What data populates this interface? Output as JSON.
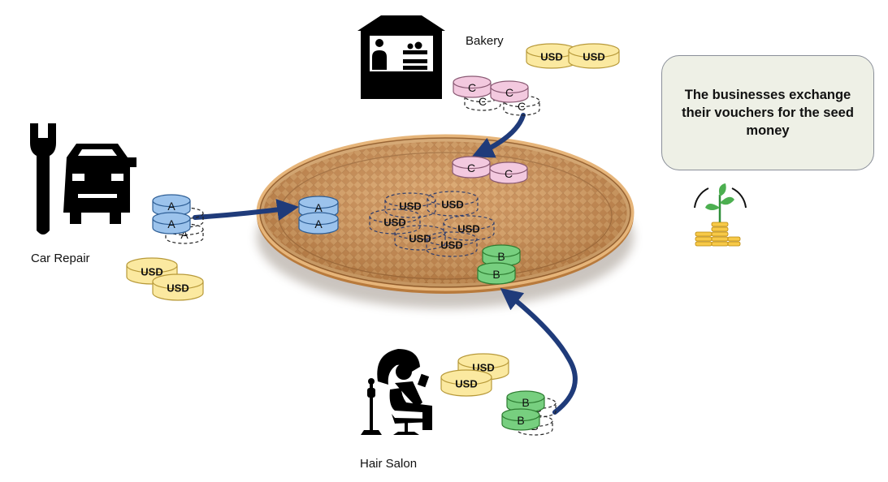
{
  "labels": {
    "bakery": "Bakery",
    "car_repair": "Car Repair",
    "hair_salon": "Hair Salon"
  },
  "callout": {
    "text": "The businesses exchange their vouchers for the seed money"
  },
  "coin_labels": {
    "usd": "USD",
    "a": "A",
    "b": "B",
    "c": "C"
  },
  "colors": {
    "usd": "#fbe9a0",
    "voucher_a": "#9cc3ec",
    "voucher_b": "#77cf7f",
    "voucher_c": "#f3c9df",
    "arrow": "#1f3b7a",
    "callout_bg": "#eef0e6"
  },
  "icons": [
    "storefront-icon",
    "wrench-car-icon",
    "hair-dryer-chair-icon",
    "seed-money-icon",
    "woven-basket"
  ]
}
